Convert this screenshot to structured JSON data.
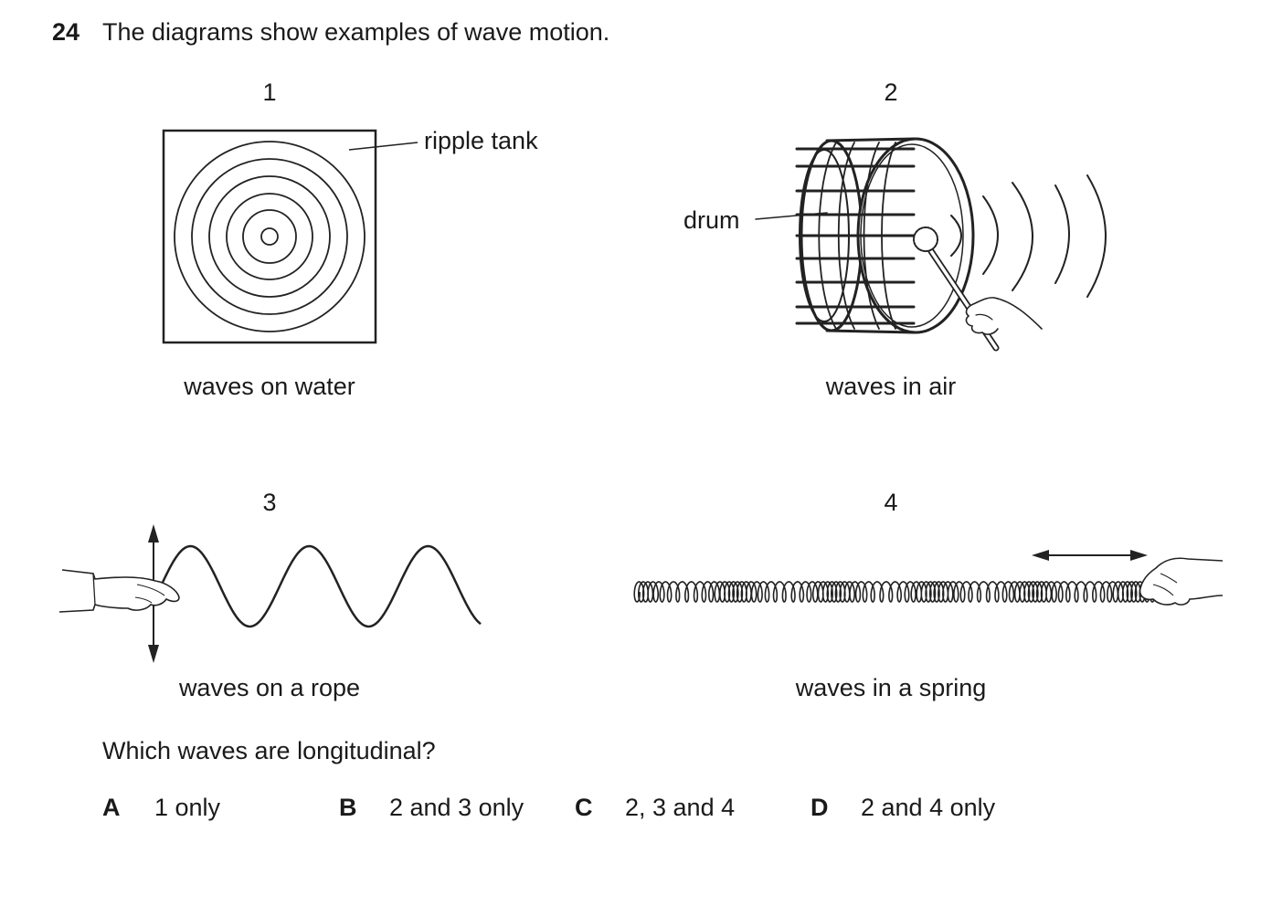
{
  "question": {
    "number": "24",
    "stem": "The diagrams show examples of wave motion.",
    "prompt": "Which waves are longitudinal?"
  },
  "diagrams": [
    {
      "number": "1",
      "caption": "waves on water",
      "label": "ripple tank"
    },
    {
      "number": "2",
      "caption": "waves in air",
      "label": "drum"
    },
    {
      "number": "3",
      "caption": "waves on a rope"
    },
    {
      "number": "4",
      "caption": "waves in a spring"
    }
  ],
  "options": [
    {
      "letter": "A",
      "text": "1 only"
    },
    {
      "letter": "B",
      "text": "2 and 3 only"
    },
    {
      "letter": "C",
      "text": "2, 3 and 4"
    },
    {
      "letter": "D",
      "text": "2 and 4 only"
    }
  ]
}
